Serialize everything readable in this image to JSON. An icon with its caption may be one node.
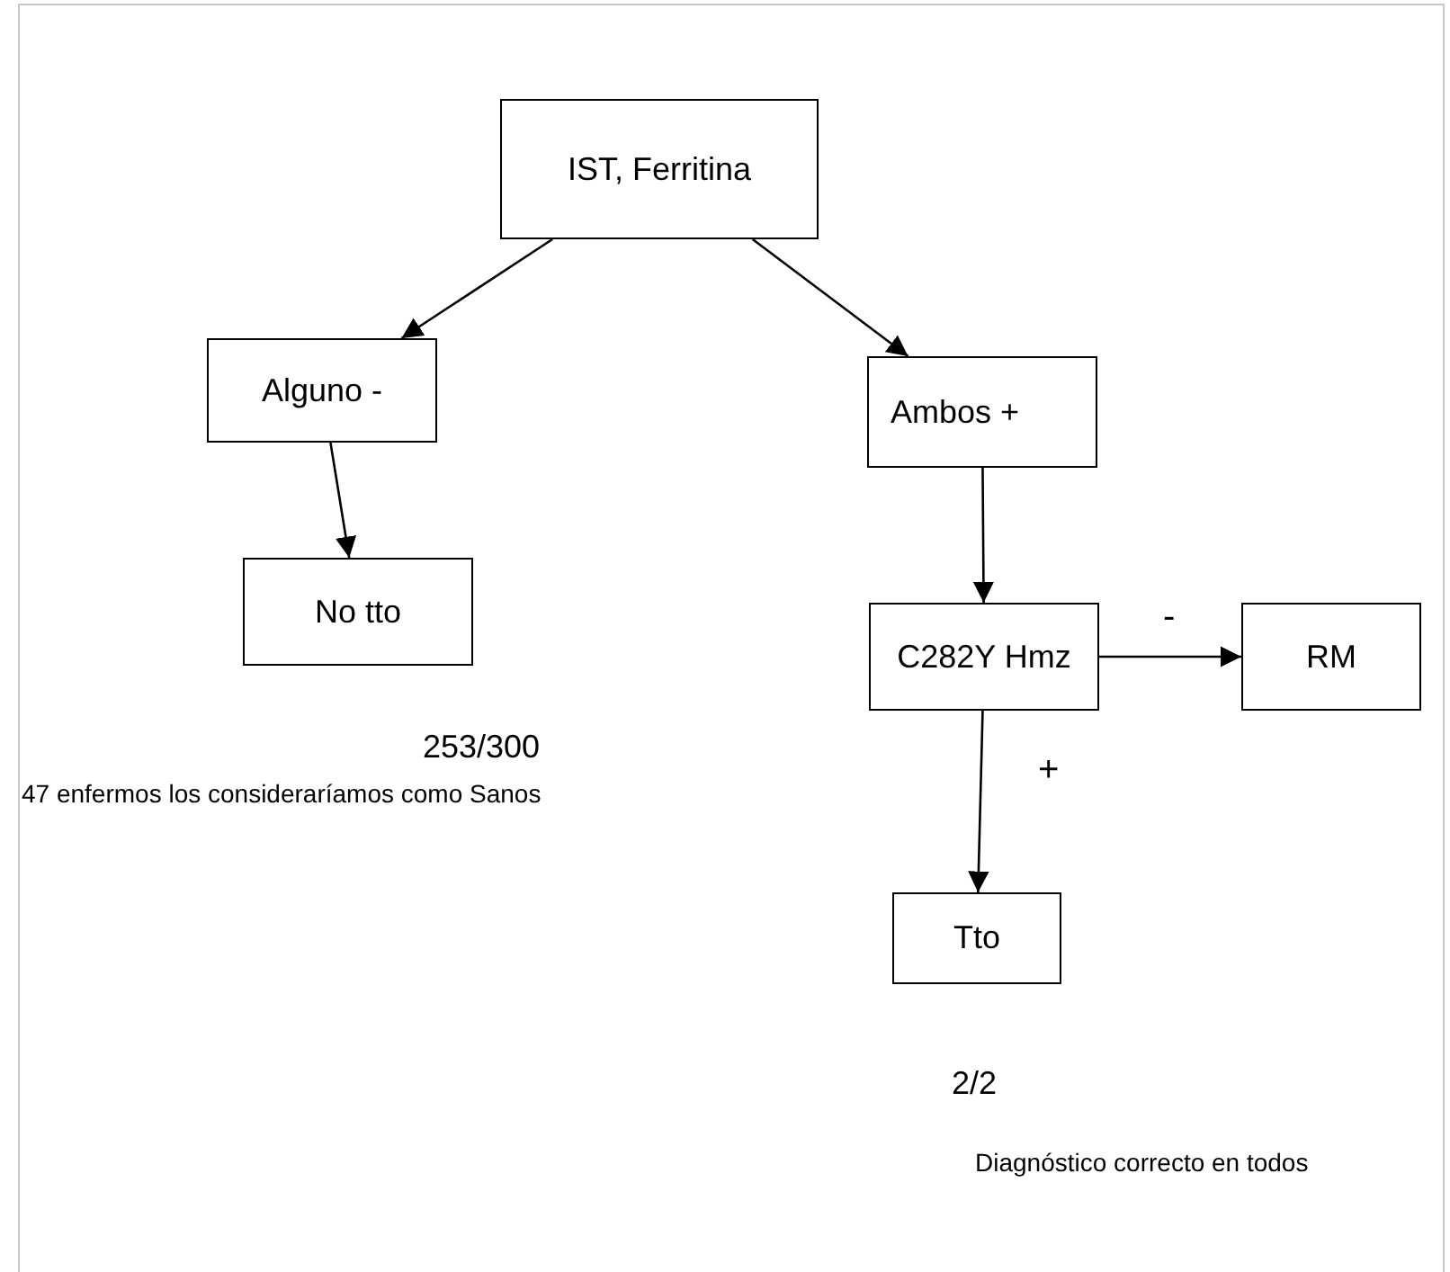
{
  "diagram": {
    "nodes": [
      {
        "text": [
          "IST, Ferritina"
        ]
      },
      {
        "text": [
          "Alguno -"
        ]
      },
      {
        "text": [
          "Ambos +"
        ]
      },
      {
        "text": [
          "No tto"
        ]
      },
      {
        "text": [
          "C282Y Hmz"
        ]
      },
      {
        "text": [
          "RM"
        ]
      },
      {
        "text": [
          "Tto"
        ]
      }
    ],
    "edges": [
      {
        "from": 0,
        "to": 1,
        "arrow": "to"
      },
      {
        "from": 0,
        "to": 2,
        "arrow": "to"
      },
      {
        "from": 1,
        "to": 3,
        "arrow": "to"
      },
      {
        "from": 2,
        "to": 4,
        "arrow": "to"
      },
      {
        "from": 4,
        "to": 5,
        "arrow": "to",
        "label": "-"
      },
      {
        "from": 4,
        "to": 6,
        "arrow": "to",
        "label": "+"
      }
    ],
    "labels": [
      "253/300",
      "47 enfermos los consideraríamos como Sanos",
      "2/2",
      "Diagnóstico correcto en todos"
    ]
  }
}
